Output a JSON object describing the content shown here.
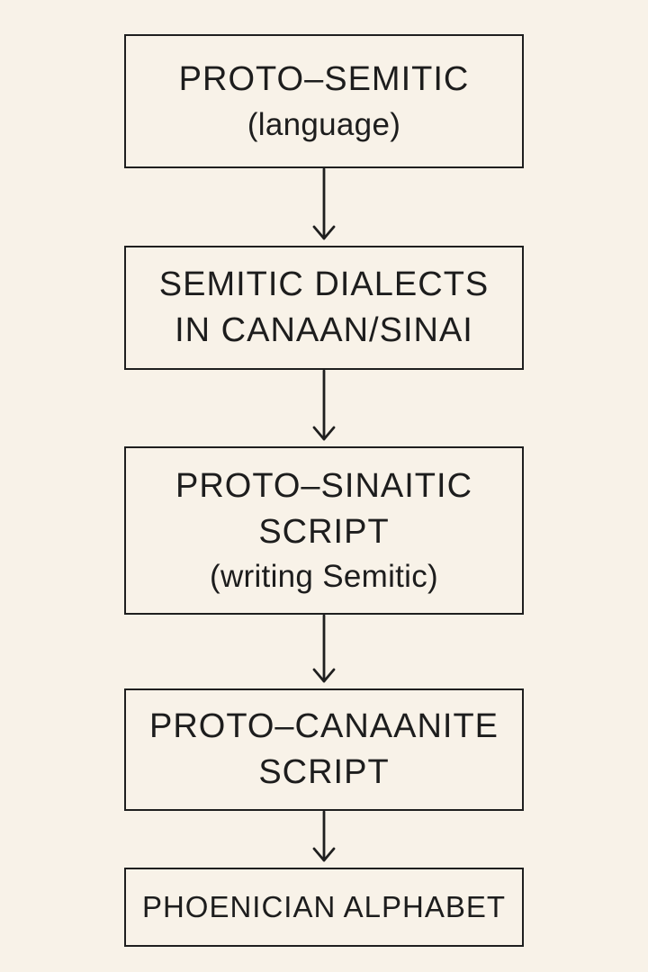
{
  "diagram": {
    "nodes": [
      {
        "id": "proto-semitic",
        "lines": [
          "PROTO–SEMITIC",
          "(language)"
        ]
      },
      {
        "id": "semitic-dialects",
        "lines": [
          "SEMITIC DIALECTS",
          "IN CANAAN/SINAI"
        ]
      },
      {
        "id": "proto-sinaitic",
        "lines": [
          "PROTO–SINAITIC",
          "SCRIPT",
          "(writing Semitic)"
        ]
      },
      {
        "id": "proto-canaanite",
        "lines": [
          "PROTO–CANAANITE",
          "SCRIPT"
        ]
      },
      {
        "id": "phoenician",
        "lines": [
          "PHOENICIAN ALPHABET"
        ]
      }
    ],
    "edges": [
      {
        "from": "proto-semitic",
        "to": "semitic-dialects"
      },
      {
        "from": "semitic-dialects",
        "to": "proto-sinaitic"
      },
      {
        "from": "proto-sinaitic",
        "to": "proto-canaanite"
      },
      {
        "from": "proto-canaanite",
        "to": "phoenician"
      }
    ],
    "colors": {
      "background": "#f8f2e8",
      "stroke": "#1f1f1f",
      "text": "#1d1d1d"
    }
  }
}
